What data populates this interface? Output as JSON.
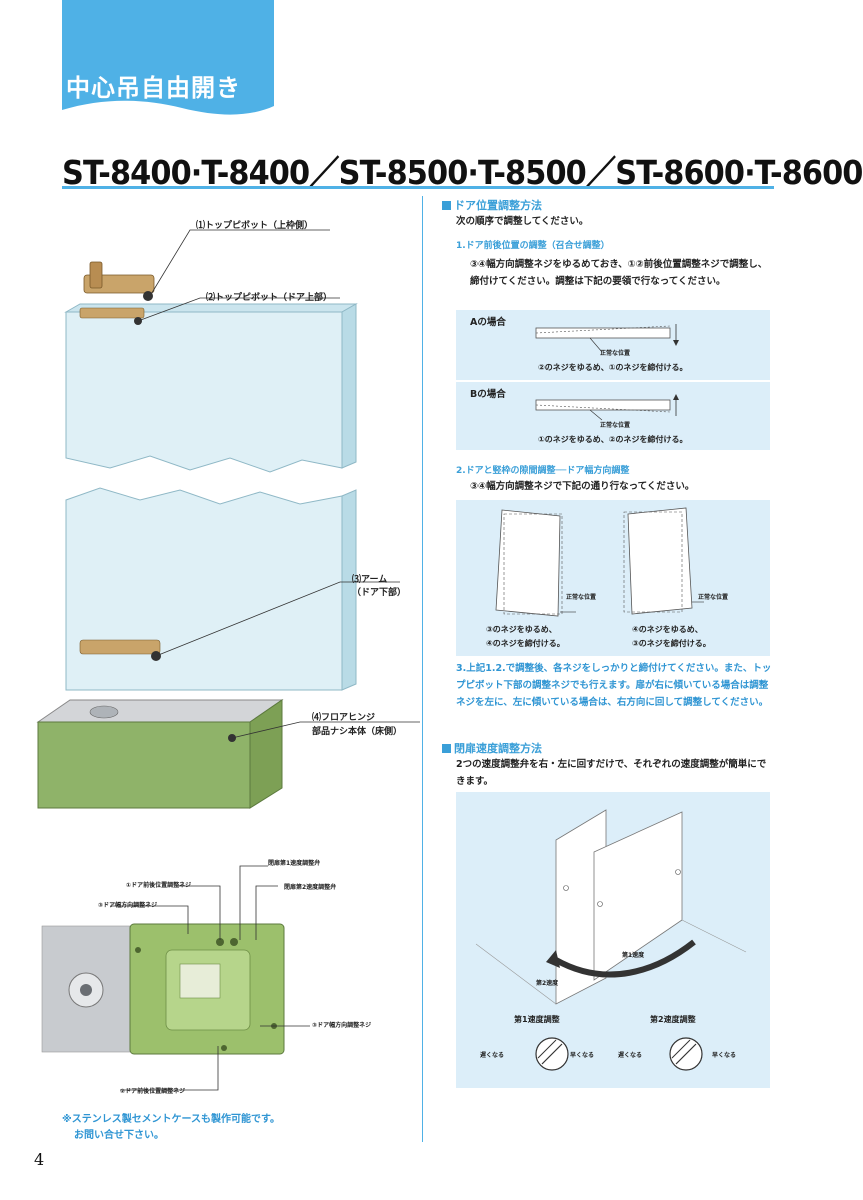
{
  "header": {
    "tab_label": "中心吊自由開き",
    "tab_color": "#4fb1e6",
    "title": "ST-8400·T-8400／ST-8500·T-8500／ST-8600·T-8600"
  },
  "left_diagram": {
    "labels": {
      "top_pivot_frame": "⑴トップピボット（上枠側）",
      "top_pivot_door": "⑵トップピボット（ドア上部）",
      "arm_line1": "⑶アーム",
      "arm_line2": "（ドア下部）",
      "floor_hinge_line1": "⑷フロアヒンジ",
      "floor_hinge_line2": "部品ナシ本体（床側）"
    },
    "detail_labels": {
      "valve2": "閉扉第1速度調整弁",
      "valve_pos": "①ドア前後位置調整ネジ",
      "valve1": "閉扉第2速度調整弁",
      "lr_screw_a": "③ドア幅方向調整ネジ",
      "lr_screw_b": "③ドア幅方向調整ネジ",
      "pos_screw_b": "②ドア前後位置調整ネジ"
    },
    "note_line1": "※ステンレス製セメントケースも製作可能です。",
    "note_line2": "お問い合せ下さい。"
  },
  "door_adjust": {
    "heading": "ドア位置調整方法",
    "intro": "次の順序で調整してください。",
    "step1_heading": "1.ドア前後位置の調整（召合せ調整）",
    "step1_text": "③④幅方向調整ネジをゆるめておき、①②前後位置調整ネジで調整し、締付けてください。調整は下記の要領で行なってください。",
    "case_a": {
      "label": "Aの場合",
      "position": "正常な位置",
      "instruction": "②のネジをゆるめ、①のネジを締付ける。"
    },
    "case_b": {
      "label": "Bの場合",
      "position": "正常な位置",
      "instruction": "①のネジをゆるめ、②のネジを締付ける。"
    },
    "step2_heading": "2.ドアと竪枠の隙間調整──ドア幅方向調整",
    "step2_text": "③④幅方向調整ネジで下記の通り行なってください。",
    "left_door": {
      "position": "正常な位置",
      "line1": "③のネジをゆるめ、",
      "line2": "④のネジを締付ける。"
    },
    "right_door": {
      "position": "正常な位置",
      "line1": "④のネジをゆるめ、",
      "line2": "③のネジを締付ける。"
    },
    "step3_text": "3.上記1.2.で調整後、各ネジをしっかりと締付けてください。また、トップピボット下部の調整ネジでも行えます。扉が右に傾いている場合は調整ネジを左に、左に傾いている場合は、右方向に回して調整してください。"
  },
  "speed_adjust": {
    "heading": "閉扉速度調整方法",
    "text": "2つの速度調整弁を右・左に回すだけで、それぞれの速度調整が簡単にできます。",
    "arc_label_1": "第1速度",
    "arc_label_2": "第2速度",
    "valve1": {
      "title": "第1速度調整",
      "slow": "遅くなる",
      "fast": "早くなる"
    },
    "valve2": {
      "title": "第2速度調整",
      "slow": "遅くなる",
      "fast": "早くなる"
    }
  },
  "page_number": "4"
}
